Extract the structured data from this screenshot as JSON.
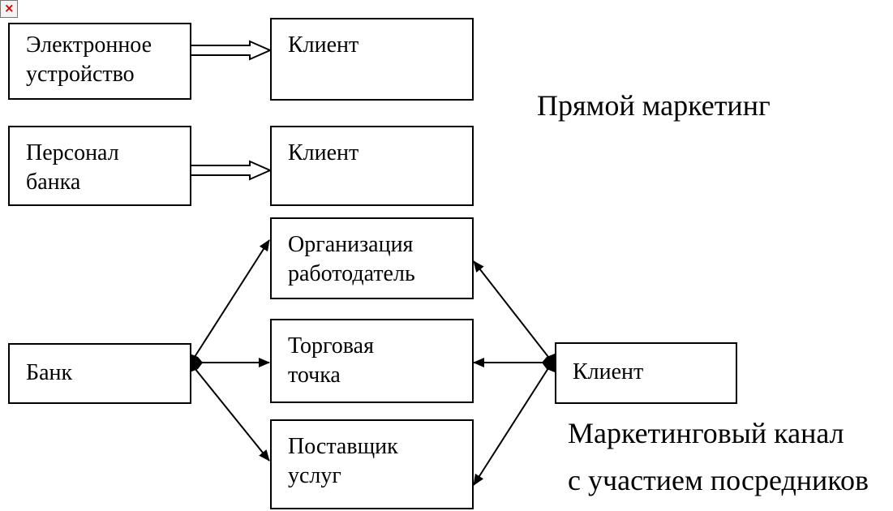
{
  "direct_marketing": {
    "title": "Прямой маркетинг",
    "rows": [
      {
        "source": [
          "Электронное",
          "устройство"
        ],
        "target": [
          "Клиент"
        ]
      },
      {
        "source": [
          "Персонал",
          "банка"
        ],
        "target": [
          "Клиент"
        ]
      }
    ]
  },
  "intermediary_channel": {
    "title_lines": [
      "Маркетинговый канал",
      "с участием посредников"
    ],
    "bank": [
      "Банк"
    ],
    "client": [
      "Клиент"
    ],
    "intermediaries": [
      [
        "Организация",
        "работодатель"
      ],
      [
        "Торговая",
        "точка"
      ],
      [
        "Поставщик",
        "услуг"
      ]
    ]
  },
  "icons": {
    "broken_image": "broken-image-icon",
    "broken_image_glyph": "×"
  }
}
